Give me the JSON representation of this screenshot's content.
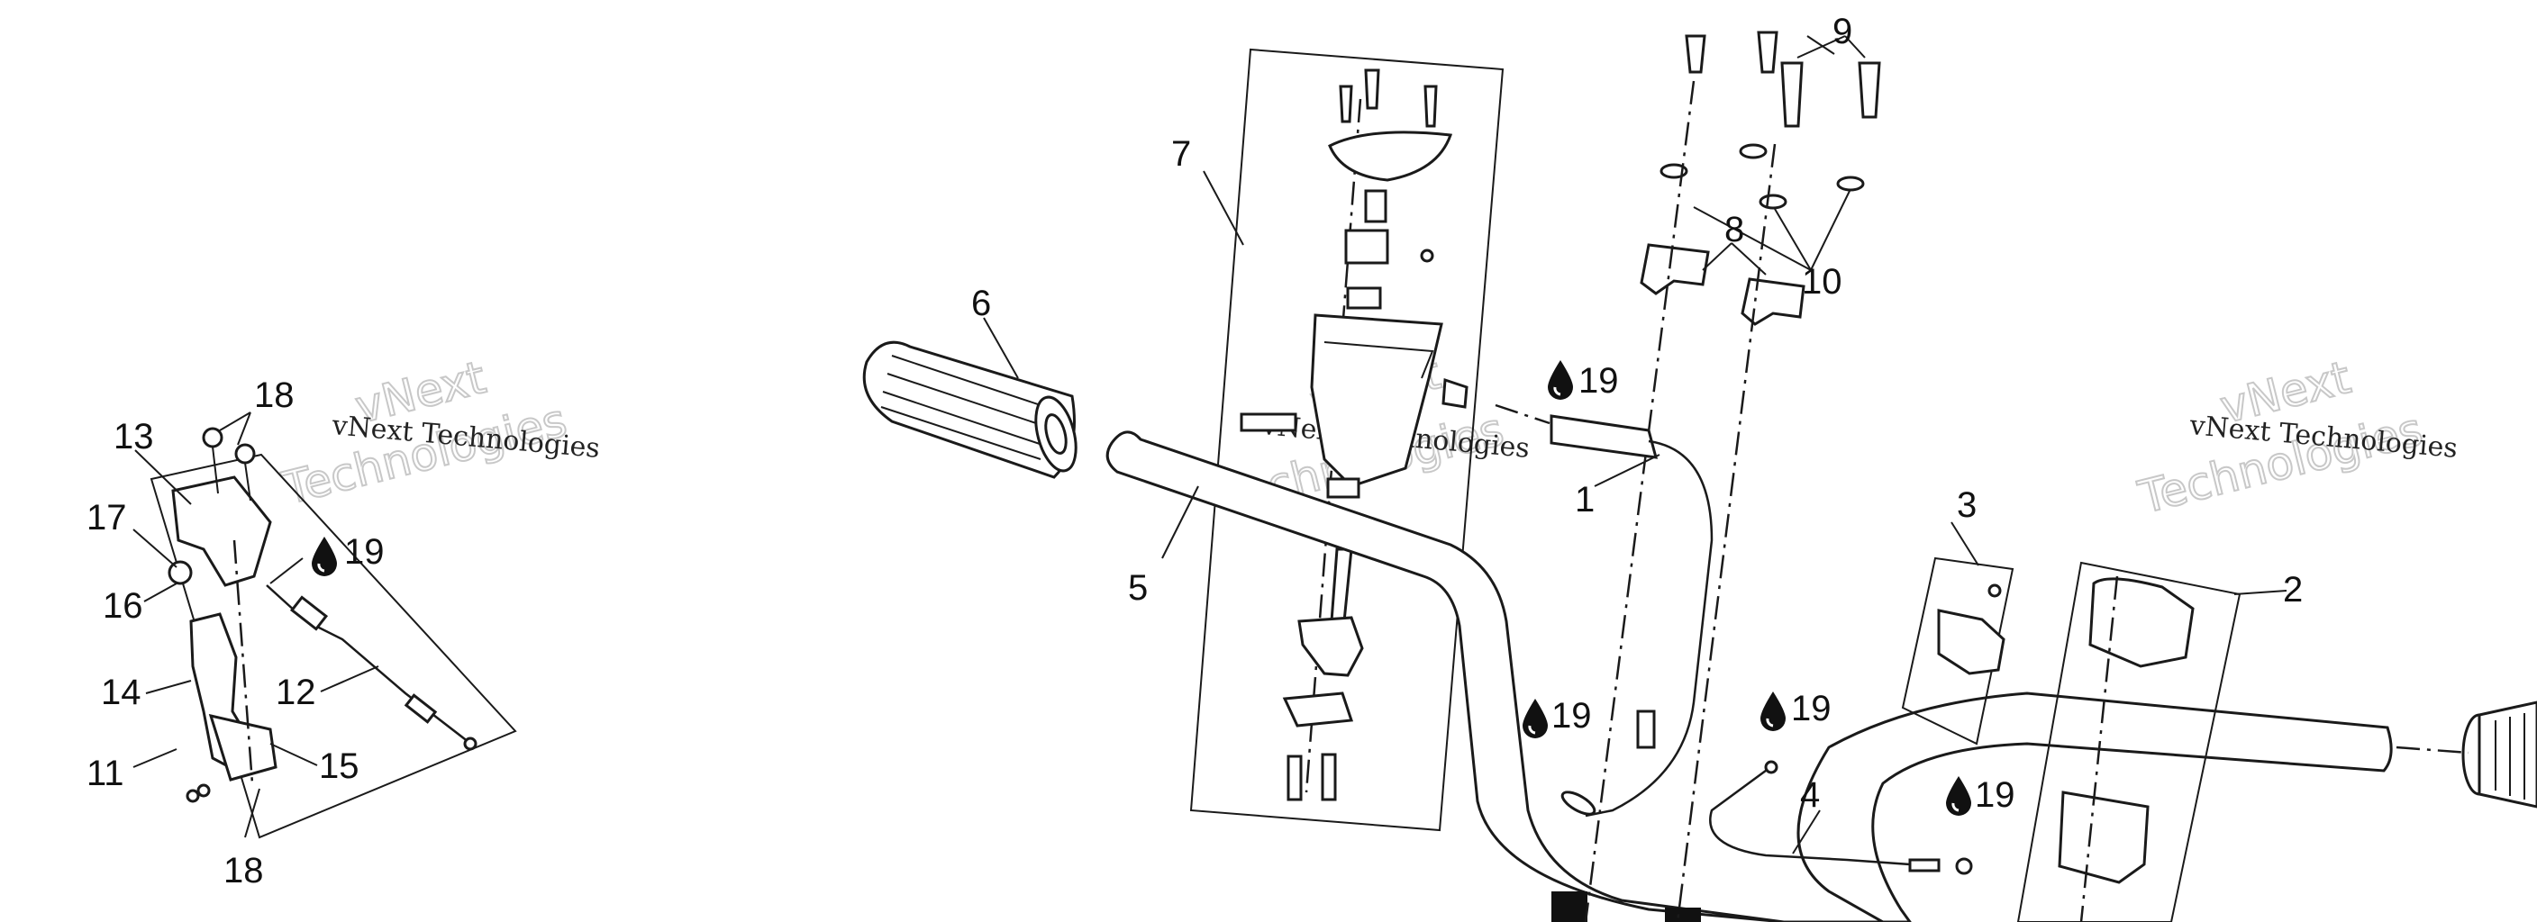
{
  "watermark": {
    "brand": "vNext",
    "word": "Technologies",
    "line": "vNext Technologies"
  },
  "callouts": {
    "c1": "1",
    "c2": "2",
    "c3": "3",
    "c4": "4",
    "c5": "5",
    "c6": "6",
    "c7": "7",
    "c8": "8",
    "c9": "9",
    "c10": "10",
    "c11": "11",
    "c12": "12",
    "c13": "13",
    "c14": "14",
    "c15": "15",
    "c16": "16",
    "c17": "17",
    "c18a": "18",
    "c18b": "18",
    "c19a": "19",
    "c19b": "19",
    "c19c": "19",
    "c19d": "19",
    "c19e": "19"
  },
  "icons": {
    "oil": "oil-drop-icon"
  }
}
